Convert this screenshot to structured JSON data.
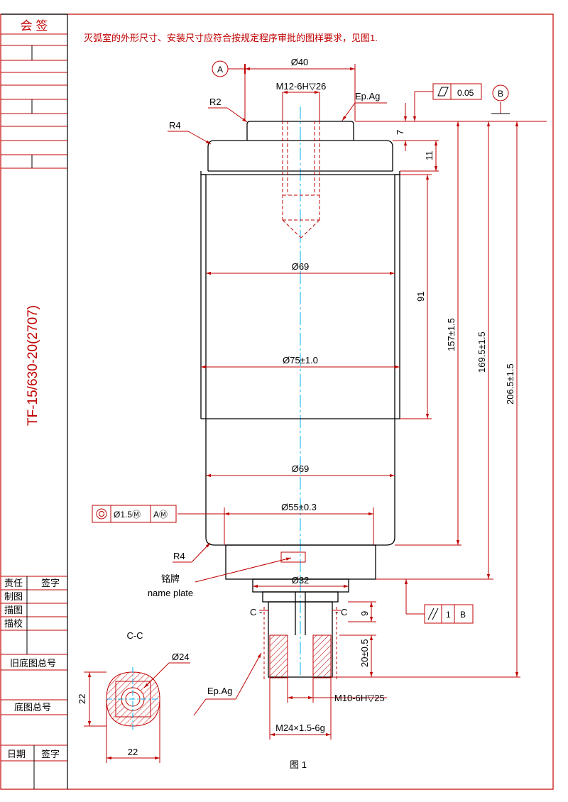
{
  "title_block": {
    "countersign": "会 签",
    "role_responsible": "责任",
    "sign": "签字",
    "role_drawn": "制图",
    "role_traced": "描图",
    "role_checked": "描校",
    "old_drawing_no": "旧底图总号",
    "drawing_no": "底图总号",
    "date": "日期",
    "signature": "签字",
    "model": "TF-15/630-20(2707)"
  },
  "note": "灭弧室的外形尺寸、安装尺寸应符合按规定程序审批的图样要求，见图1.",
  "datums": {
    "a": "A",
    "b": "B"
  },
  "tolerances": {
    "flatness": "0.05",
    "coaxiality_dia": "Ø1.5Ⓜ",
    "coaxiality_ref": "AⓂ",
    "parallelism": "1",
    "parallelism_ref": "B"
  },
  "dims": {
    "d40": "Ø40",
    "thread_top": "M12-6H▽26",
    "ep_ag_top": "Ep.Ag",
    "r2": "R2",
    "r4_top": "R4",
    "r4_bottom": "R4",
    "h7": "7",
    "h11": "11",
    "d69_top": "Ø69",
    "d75": "Ø75±1.0",
    "d69_bottom": "Ø69",
    "d55": "Ø55±0.3",
    "d32": "Ø32",
    "h91": "91",
    "h157": "157±1.5",
    "h169": "169.5±1.5",
    "h206": "206.5±1.5",
    "h9": "9",
    "h20": "20±0.5",
    "thread_bottom_inner": "M10-6H▽25",
    "thread_bottom_outer": "M24×1.5-6g",
    "c_left": "C -",
    "c_right": "- C",
    "nameplate_cn": "铭牌",
    "nameplate_en": "name plate",
    "ep_ag_bottom": "Ep.Ag"
  },
  "section": {
    "label": "C-C",
    "d24": "Ø24",
    "h22": "22",
    "w22": "22"
  },
  "figure_caption": "图 1"
}
